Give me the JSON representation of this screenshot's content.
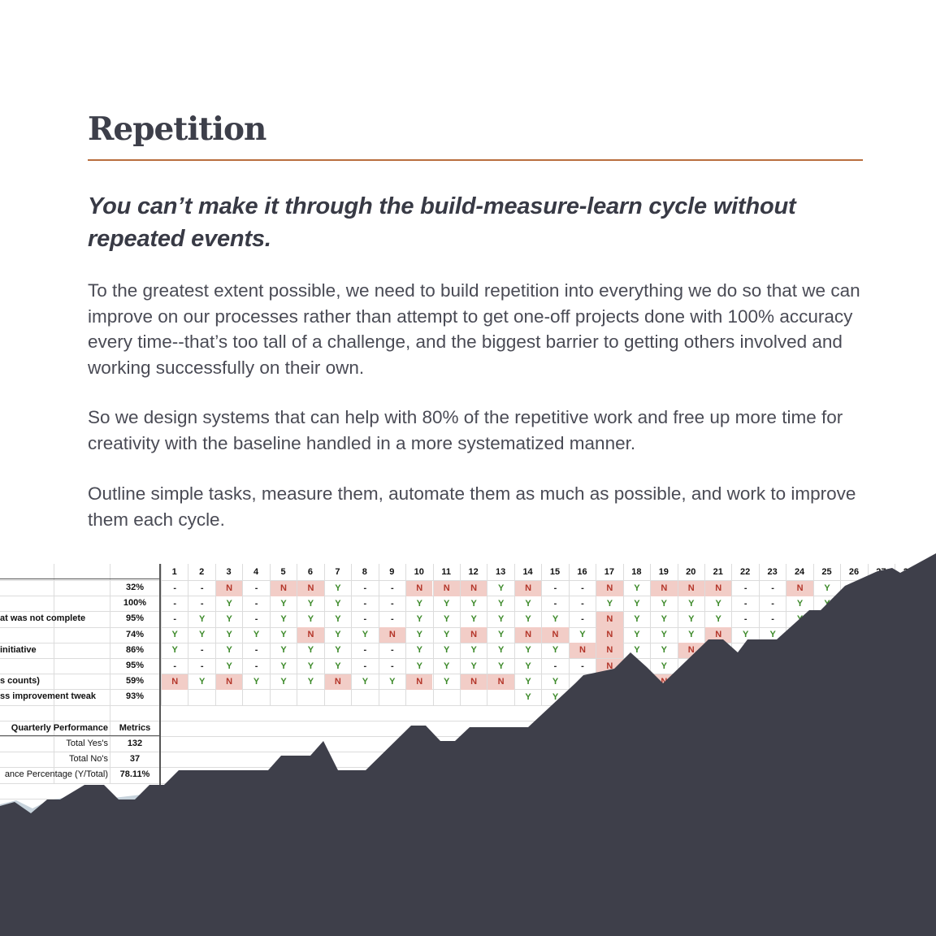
{
  "title": "Repetition",
  "lead": "You can’t make it through the build-measure-learn cycle without repeated events.",
  "paragraphs": [
    "To the greatest extent possible, we need to build repetition into everything we do so that we can improve on our processes rather than attempt to get one-off projects done with 100% accuracy every time--that’s too tall of a challenge, and the biggest barrier to getting others involved and working successfully on their own.",
    "So we design systems that can help with 80% of the repetitive work and free up more time for creativity with the baseline handled in a more systematized manner.",
    "Outline simple tasks, measure them, automate them as much as possible, and work to improve them each cycle."
  ],
  "sheet": {
    "columns": [
      "1",
      "2",
      "3",
      "4",
      "5",
      "6",
      "7",
      "8",
      "9",
      "10",
      "11",
      "12",
      "13",
      "14",
      "15",
      "16",
      "17",
      "18",
      "19",
      "20",
      "21",
      "22",
      "23",
      "24",
      "25",
      "26",
      "27",
      "28"
    ],
    "rows": [
      {
        "label": "",
        "pct": "32%",
        "cells": [
          "-",
          "-",
          "N",
          "-",
          "N",
          "N",
          "Y",
          "-",
          "-",
          "N",
          "N",
          "N",
          "Y",
          "N",
          "-",
          "-",
          "N",
          "Y",
          "N",
          "N",
          "N",
          "-",
          "-",
          "N",
          "Y",
          "",
          "",
          ""
        ]
      },
      {
        "label": "",
        "pct": "100%",
        "cells": [
          "-",
          "-",
          "Y",
          "-",
          "Y",
          "Y",
          "Y",
          "-",
          "-",
          "Y",
          "Y",
          "Y",
          "Y",
          "Y",
          "-",
          "-",
          "Y",
          "Y",
          "Y",
          "Y",
          "Y",
          "-",
          "-",
          "Y",
          "Y",
          "",
          "",
          ""
        ]
      },
      {
        "label": "at was not complete",
        "pct": "95%",
        "cells": [
          "-",
          "Y",
          "Y",
          "-",
          "Y",
          "Y",
          "Y",
          "-",
          "-",
          "Y",
          "Y",
          "Y",
          "Y",
          "Y",
          "Y",
          "-",
          "N",
          "Y",
          "Y",
          "Y",
          "Y",
          "-",
          "-",
          "Y",
          "",
          "",
          "",
          ""
        ]
      },
      {
        "label": "",
        "pct": "74%",
        "cells": [
          "Y",
          "Y",
          "Y",
          "Y",
          "Y",
          "N",
          "Y",
          "Y",
          "N",
          "Y",
          "Y",
          "N",
          "Y",
          "N",
          "N",
          "Y",
          "N",
          "Y",
          "Y",
          "Y",
          "N",
          "Y",
          "Y",
          "",
          "",
          "",
          "",
          ""
        ]
      },
      {
        "label": " initiative",
        "pct": "86%",
        "cells": [
          "Y",
          "-",
          "Y",
          "-",
          "Y",
          "Y",
          "Y",
          "-",
          "-",
          "Y",
          "Y",
          "Y",
          "Y",
          "Y",
          "Y",
          "N",
          "N",
          "Y",
          "Y",
          "N",
          "",
          "",
          "",
          "",
          "",
          "",
          "",
          ""
        ]
      },
      {
        "label": "",
        "pct": "95%",
        "cells": [
          "-",
          "-",
          "Y",
          "-",
          "Y",
          "Y",
          "Y",
          "-",
          "-",
          "Y",
          "Y",
          "Y",
          "Y",
          "Y",
          "-",
          "-",
          "N",
          "",
          "Y",
          "",
          "",
          "",
          "",
          "",
          "",
          "",
          "",
          ""
        ]
      },
      {
        "label": "s counts)",
        "pct": "59%",
        "cells": [
          "N",
          "Y",
          "N",
          "Y",
          "Y",
          "Y",
          "N",
          "Y",
          "Y",
          "N",
          "Y",
          "N",
          "N",
          "Y",
          "Y",
          "",
          "",
          "",
          "N",
          "",
          "",
          "",
          "",
          "",
          "",
          "",
          "",
          ""
        ]
      },
      {
        "label": "ss improvement tweak",
        "pct": "93%",
        "cells": [
          "",
          "",
          "",
          "",
          "",
          "",
          "",
          "",
          "",
          "",
          "",
          "",
          "",
          "Y",
          "Y",
          "",
          "",
          "",
          "",
          "",
          "",
          "",
          "",
          "",
          "",
          "",
          "",
          ""
        ]
      }
    ],
    "summary_header": {
      "label": "Quarterly Performance",
      "value": "Metrics"
    },
    "summary": [
      {
        "label": "Total Yes's",
        "value": "132"
      },
      {
        "label": "Total No's",
        "value": "37"
      },
      {
        "label": "ance Percentage (Y/Total)",
        "value": "78.11%"
      }
    ]
  },
  "colors": {
    "accent_rule": "#b96e3e",
    "heading": "#3d3f4a",
    "body_text": "#4a4b55",
    "yes": "#3d8a2a",
    "no": "#b4362a",
    "no_fill": "#f2cdc7",
    "mountain": "#3e3f4a",
    "mountain_shadow": "#c7d3dc"
  }
}
